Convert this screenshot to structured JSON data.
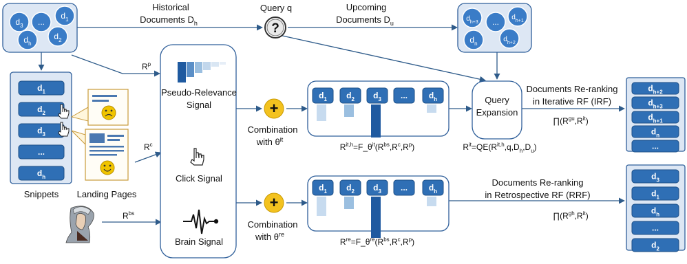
{
  "historical_docs": {
    "label_line1": "Historical",
    "label_line2": "Documents D",
    "label_sub": "h",
    "items": [
      {
        "main": "d",
        "sub": "3"
      },
      {
        "main": "...",
        "sub": ""
      },
      {
        "main": "d",
        "sub": "1"
      },
      {
        "main": "d",
        "sub": "h"
      },
      {
        "main": "d",
        "sub": "2"
      }
    ]
  },
  "query": {
    "label": "Query q",
    "symbol": "?"
  },
  "upcoming_docs": {
    "label_line1": "Upcoming",
    "label_line2": "Documents D",
    "label_sub": "u",
    "items": [
      {
        "main": "d",
        "sub": "h+3"
      },
      {
        "main": "...",
        "sub": ""
      },
      {
        "main": "d",
        "sub": "h+1"
      },
      {
        "main": "d",
        "sub": "n"
      },
      {
        "main": "d",
        "sub": "h+2"
      }
    ]
  },
  "snippets": {
    "label": "Snippets",
    "items": [
      {
        "main": "d",
        "sub": "1"
      },
      {
        "main": "d",
        "sub": "2"
      },
      {
        "main": "d",
        "sub": "3"
      },
      {
        "main": "...",
        "sub": ""
      },
      {
        "main": "d",
        "sub": "h"
      }
    ]
  },
  "landing_pages": {
    "label": "Landing Pages"
  },
  "signals": {
    "pseudo_line1": "Pseudo-Relevance",
    "pseudo_line2": "Signal",
    "click": "Click Signal",
    "brain": "Brain Signal"
  },
  "edge_labels": {
    "rp_main": "R",
    "rp_sup": "p",
    "rc_main": "R",
    "rc_sup": "c",
    "rbs_main": "R",
    "rbs_sup": "bs"
  },
  "combination_it": {
    "line1": "Combination",
    "line2": "with θ",
    "sup": "it",
    "symbol": "+"
  },
  "combination_re": {
    "line1": "Combination",
    "line2": "with θ",
    "sup": "re",
    "symbol": "+"
  },
  "ranking_it": {
    "items": [
      {
        "main": "d",
        "sub": "1"
      },
      {
        "main": "d",
        "sub": "2"
      },
      {
        "main": "d",
        "sub": "3"
      },
      {
        "main": "...",
        "sub": ""
      },
      {
        "main": "d",
        "sub": "h"
      }
    ],
    "bar_levels": [
      0.27,
      0.2,
      0.53,
      0,
      0.13
    ]
  },
  "ranking_re": {
    "items": [
      {
        "main": "d",
        "sub": "1"
      },
      {
        "main": "d",
        "sub": "2"
      },
      {
        "main": "d",
        "sub": "3"
      },
      {
        "main": "...",
        "sub": ""
      },
      {
        "main": "d",
        "sub": "h"
      }
    ],
    "bar_levels": [
      0.31,
      0.2,
      0.67,
      0,
      0.16
    ]
  },
  "formula_it": "R^{it,h}=F_θ^{it}(R^{bs},R^{c},R^{p})",
  "formula_re": "R^{re}=F_θ^{re}(R^{bs},R^{c},R^{p})",
  "query_expansion": {
    "line1": "Query",
    "line2": "Expansion",
    "formula": "R^{it}=QE(R^{it,h},q,D_{h},D_{u})"
  },
  "irf": {
    "line1": "Documents Re-ranking",
    "line2": "in Iterative RF (IRF)",
    "formula": "∏(R^{gu},R^{it})"
  },
  "rrf": {
    "line1": "Documents Re-ranking",
    "line2": "in Retrospective RF (RRF)",
    "formula": "∏(R^{gh},R^{it})"
  },
  "irf_list": [
    {
      "main": "d",
      "sub": "h+2"
    },
    {
      "main": "d",
      "sub": "h+3"
    },
    {
      "main": "d",
      "sub": "h+1"
    },
    {
      "main": "d",
      "sub": "n"
    },
    {
      "main": "...",
      "sub": ""
    }
  ],
  "rrf_list": [
    {
      "main": "d",
      "sub": "3"
    },
    {
      "main": "d",
      "sub": "1"
    },
    {
      "main": "d",
      "sub": "h"
    },
    {
      "main": "...",
      "sub": ""
    },
    {
      "main": "d",
      "sub": "2"
    }
  ],
  "colors": {
    "panel_fill": "#dde7f4",
    "panel_stroke": "#2f5f9a",
    "pill_fill": "#2f6fb5",
    "pill_stroke": "#1d4f86",
    "circle_fill": "#3a7cc7",
    "arrow": "#2e5b8a",
    "plus_fill": "#f3c21f",
    "bar_light": "#c7dbef",
    "bar_mid": "#9bbfe0",
    "bar_dark": "#1f5aa0",
    "face": "#f0c400",
    "page_stroke": "#c99a3a"
  }
}
